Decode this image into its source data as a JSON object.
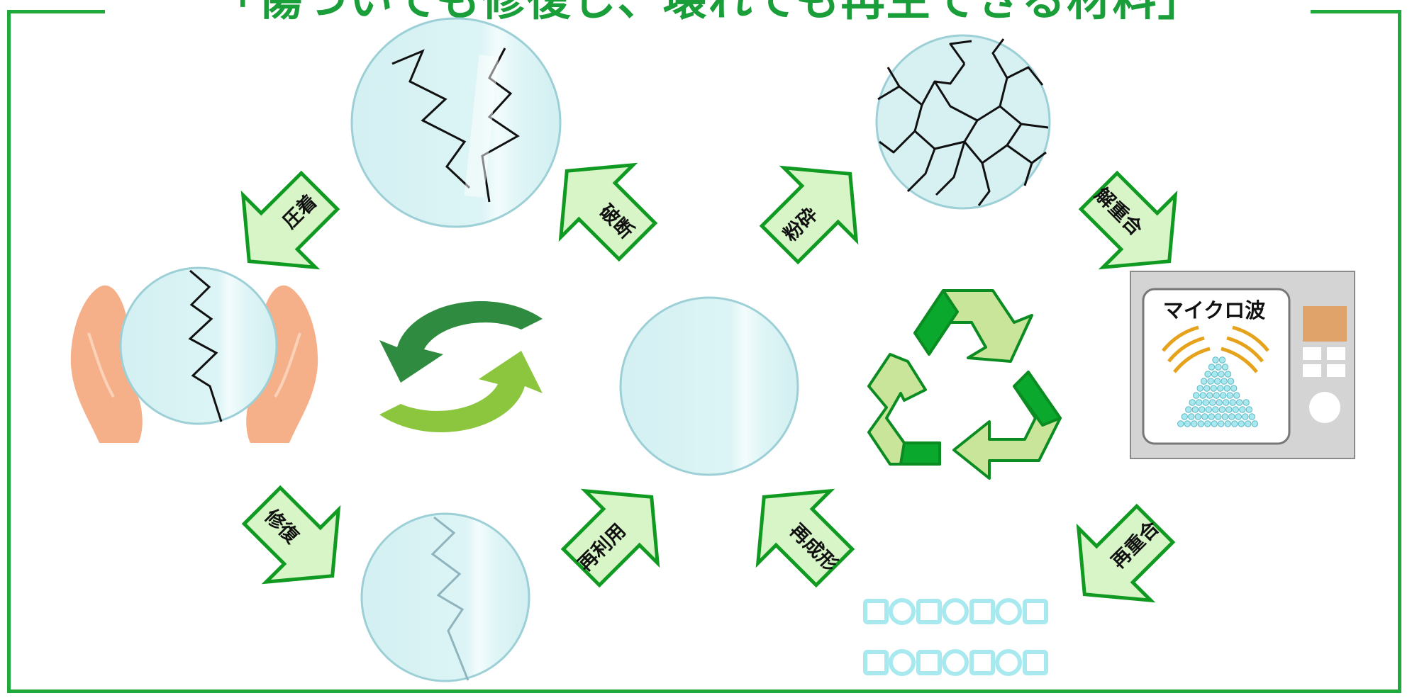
{
  "title": "「傷ついても修復し、壊れても再生できる材料」",
  "colors": {
    "frame": "#1fa83c",
    "title": "#1a9e3a",
    "arrow_fill": "#d8f5c8",
    "arrow_stroke": "#109a22",
    "disc_fill": "#d9f3f3",
    "disc_stroke": "#9cd0d6",
    "cycle_dark": "#2e8b3f",
    "cycle_light": "#8cc63f",
    "recycle_dark": "#0aa82c",
    "recycle_light": "#c9e59a",
    "hands": "#f5b08a",
    "oven_body": "#d4d4d4",
    "oven_panel_accent": "#e0a46a",
    "waves": "#e6a21a",
    "polymer": "#a8e8ef"
  },
  "arrows": {
    "compress": "圧着",
    "break": "破断",
    "crush": "粉砕",
    "depolymerize": "解重合",
    "repair": "修復",
    "reuse": "再利用",
    "remold": "再成形",
    "repolymerize": "再重合"
  },
  "microwave": {
    "label": "マイクロ波"
  },
  "icons": {
    "broken_disc": "broken-disc-icon",
    "hands_disc": "hands-holding-disc-icon",
    "repaired_disc": "repaired-disc-icon",
    "cycle": "cycle-arrows-icon",
    "intact_disc": "intact-disc-icon",
    "crushed_disc": "crushed-disc-icon",
    "recycle": "recycle-icon",
    "microwave": "microwave-icon",
    "monomers": "monomer-chain-icon"
  }
}
